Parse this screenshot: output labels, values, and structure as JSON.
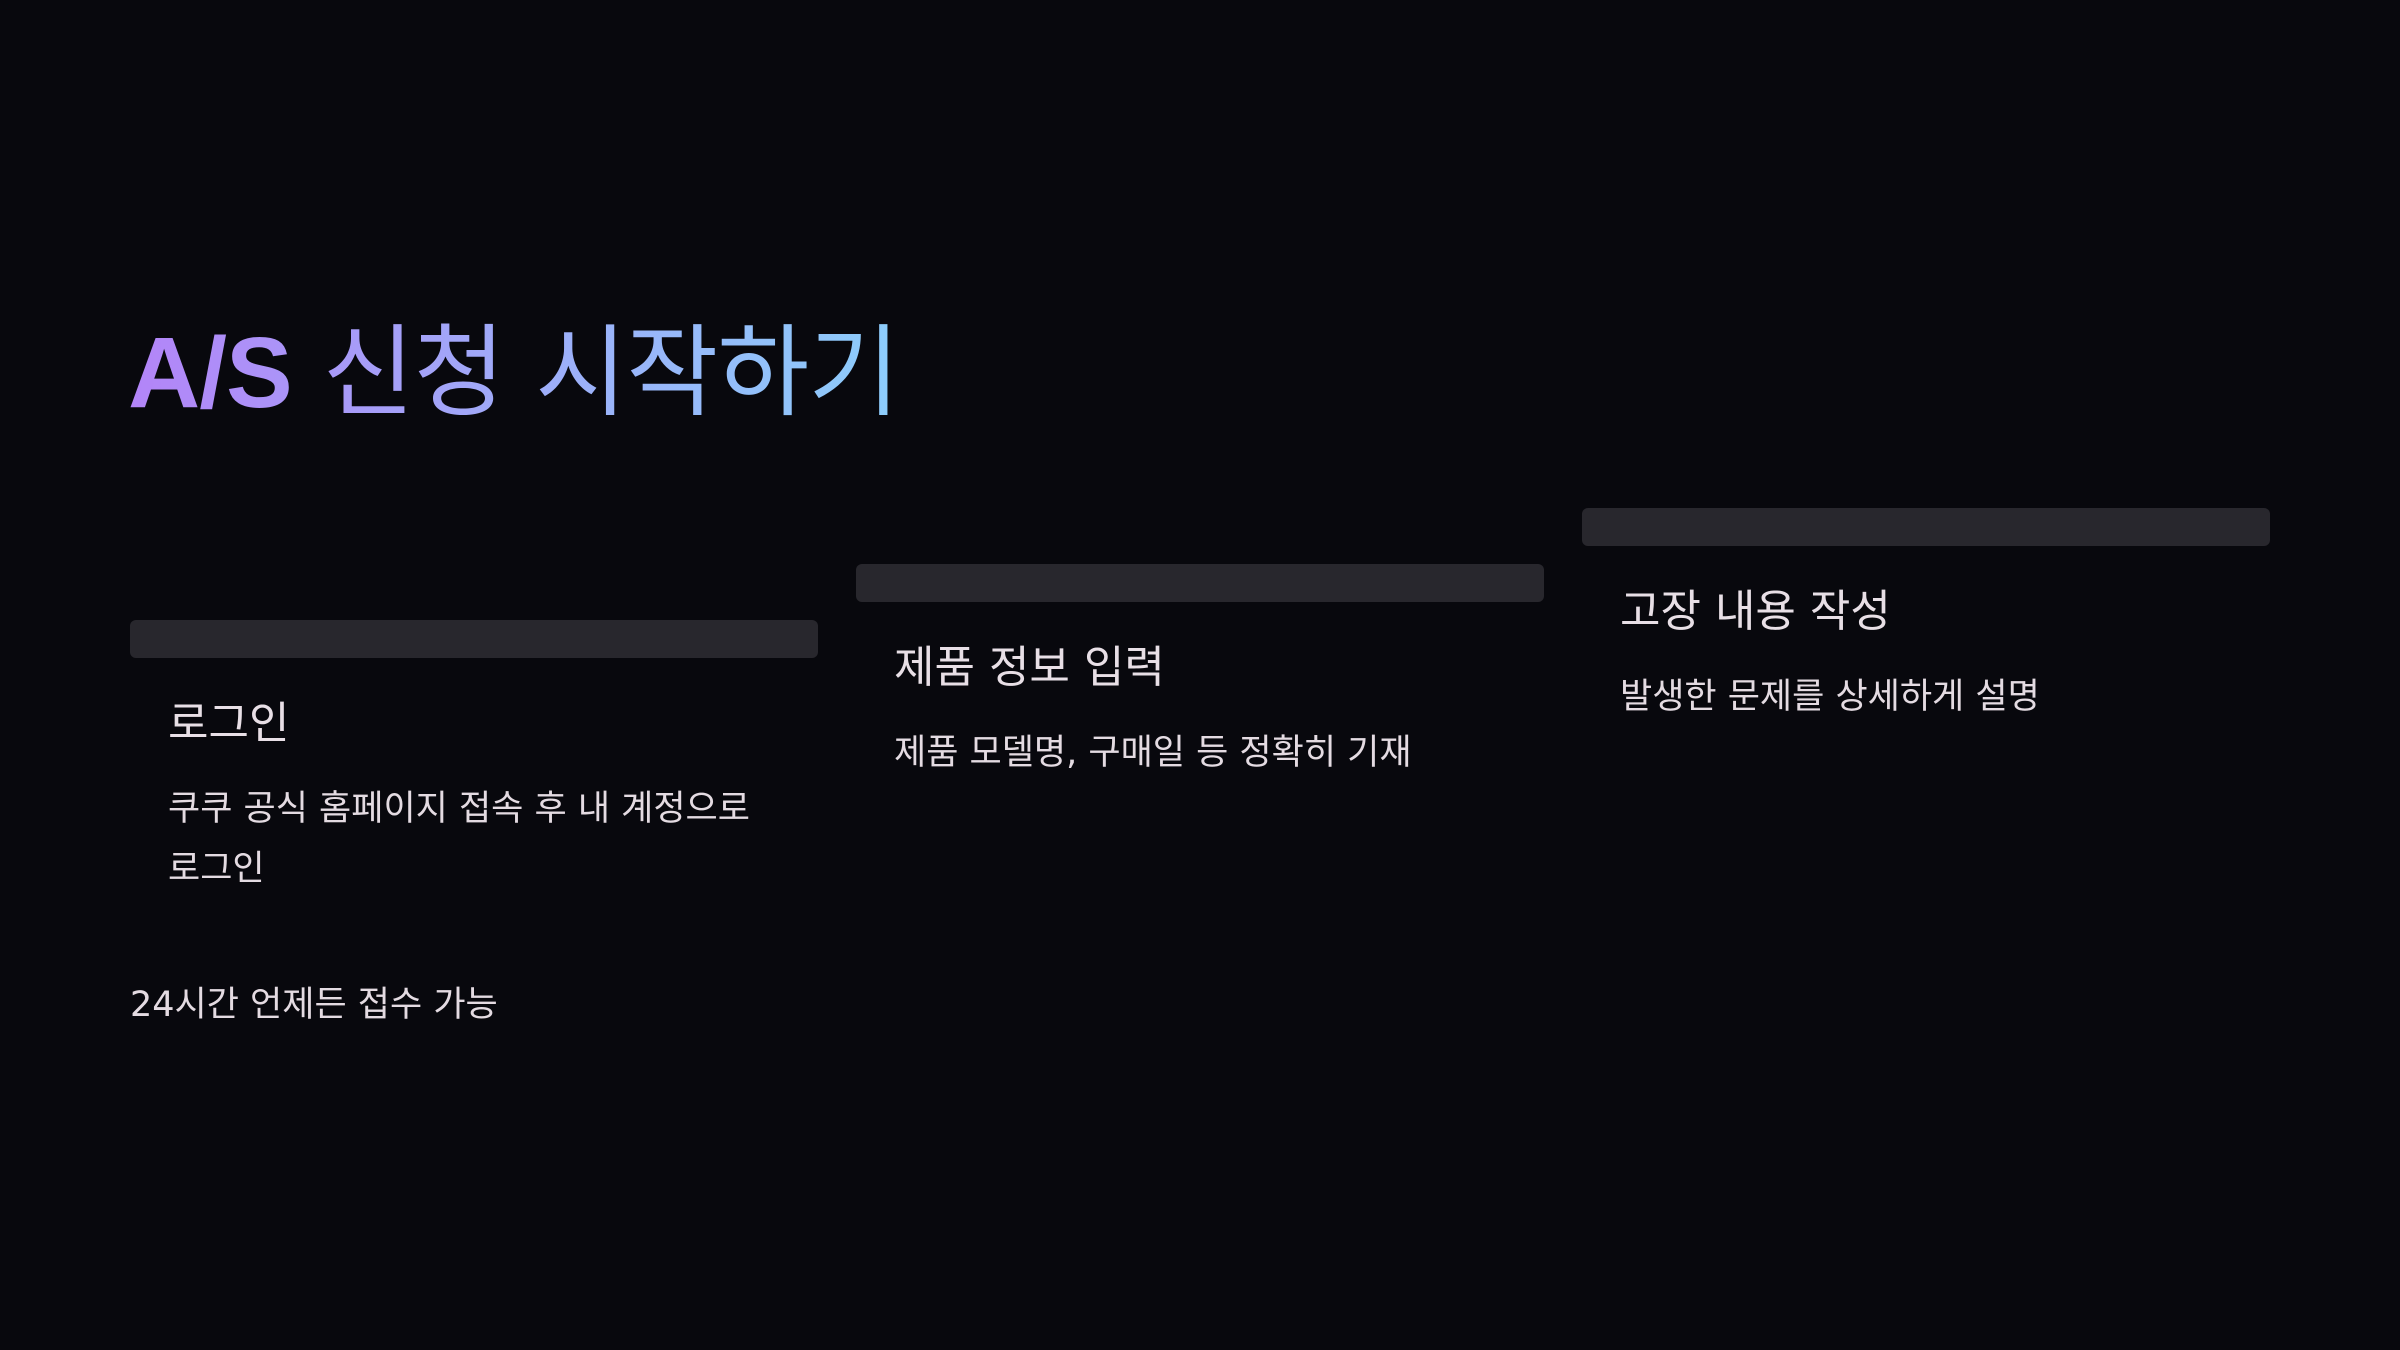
{
  "title": {
    "latin": "A/S",
    "korean": "신청 시작하기",
    "gradient": [
      "#b384f8",
      "#a3a4f8",
      "#8ccdfb"
    ]
  },
  "steps": [
    {
      "title": "로그인",
      "description": "쿠쿠 공식 홈페이지 접속 후 내 계정으로 로그인"
    },
    {
      "title": "제품 정보 입력",
      "description": "제품 모델명, 구매일 등 정확히 기재"
    },
    {
      "title": "고장 내용 작성",
      "description": "발생한 문제를 상세하게 설명"
    }
  ],
  "footer_note": "24시간 언제든 접수 가능",
  "colors": {
    "background": "#08080d",
    "bar": "#28272d",
    "text": "#e4dbe2"
  }
}
